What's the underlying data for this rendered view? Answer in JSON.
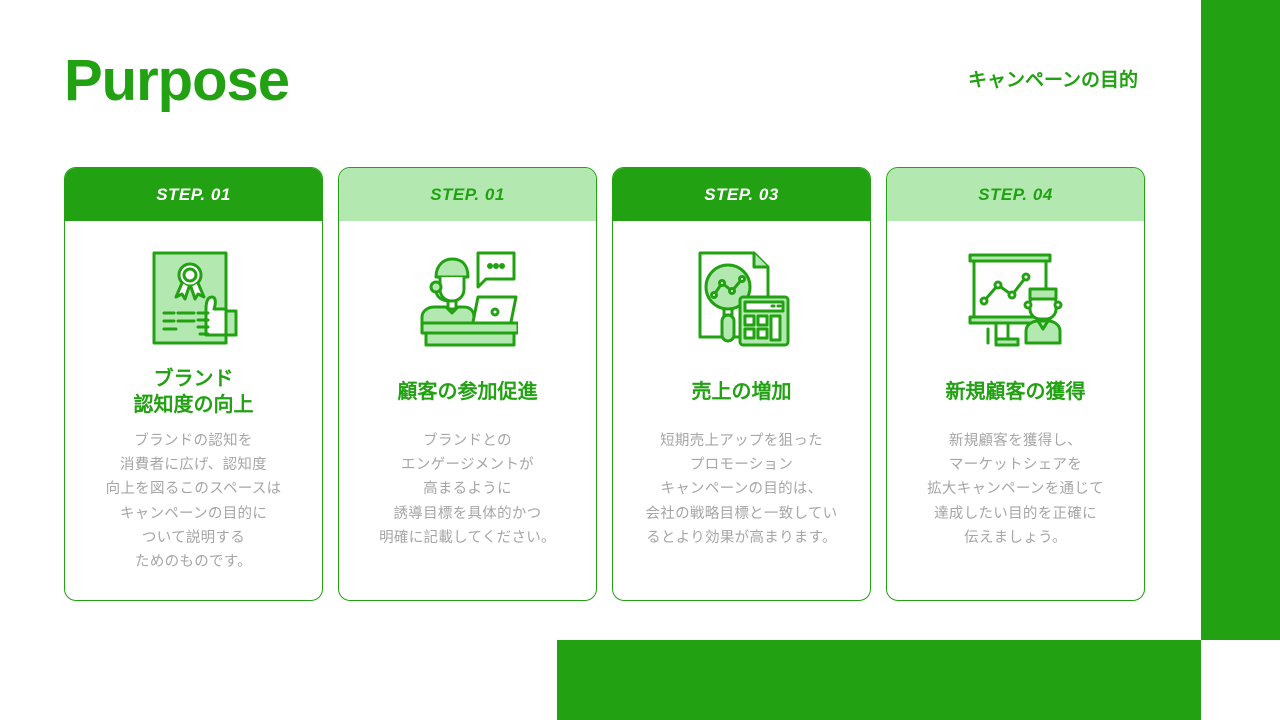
{
  "header": {
    "title": "Purpose",
    "subtitle": "キャンペーンの目的"
  },
  "colors": {
    "primary": "#22a113",
    "light": "#b3e9b1",
    "body_text": "#a6a6a6"
  },
  "cards": [
    {
      "step": "STEP. 01",
      "header_style": "dark",
      "icon": "certificate-thumbs-up-icon",
      "title": "ブランド\n認知度の向上",
      "body": "ブランドの認知を\n消費者に広げ、認知度\n向上を図るこのスペースは\nキャンペーンの目的に\nついて説明する\nためのものです。"
    },
    {
      "step": "STEP. 01",
      "header_style": "light",
      "icon": "customer-support-icon",
      "title": "顧客の参加促進",
      "body": "ブランドとの\nエンゲージメントが\n高まるように\n誘導目標を具体的かつ\n明確に記載してください。"
    },
    {
      "step": "STEP. 03",
      "header_style": "dark",
      "icon": "sales-analysis-icon",
      "title": "売上の増加",
      "body": "短期売上アップを狙った\nプロモーション\nキャンペーンの目的は、\n会社の戦略目標と一致してい\nるとより効果が高まります。"
    },
    {
      "step": "STEP. 04",
      "header_style": "light",
      "icon": "presentation-icon",
      "title": "新規顧客の獲得",
      "body": "新規顧客を獲得し、\nマーケットシェアを\n拡大キャンペーンを通じて\n達成したい目的を正確に\n伝えましょう。"
    }
  ]
}
